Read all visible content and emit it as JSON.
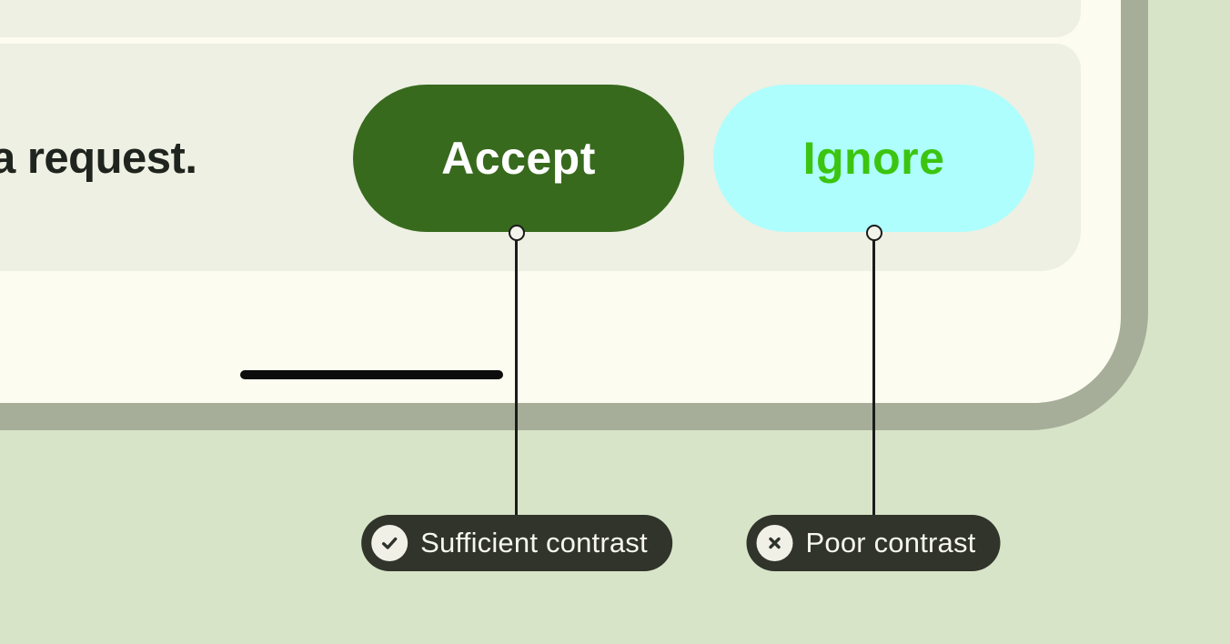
{
  "illustration": {
    "description_data": {
      "message_text": "a request.",
      "home_indicator": true
    },
    "buttons": [
      {
        "label": "Accept",
        "background": "#386a1e",
        "text_color": "#ffffff",
        "contrast": "sufficient"
      },
      {
        "label": "Ignore",
        "background": "#aefefe",
        "text_color": "#3bc510",
        "contrast": "poor"
      }
    ],
    "callouts": [
      {
        "label": "Sufficient contrast",
        "icon": "check-circle-icon"
      },
      {
        "label": "Poor contrast",
        "icon": "x-circle-icon"
      }
    ],
    "colors": {
      "page_background": "#d8e4c8",
      "device_frame": "#a6ae99",
      "device_screen": "#fdfcf0",
      "card_background": "#edf0e3",
      "message_text": "#20241e",
      "callout_background": "#30342b",
      "callout_text": "#f7f6ee",
      "callout_icon_circle": "#f1f0e7",
      "annotation_line": "#1b1b1b",
      "home_indicator": "#0d0d0d"
    }
  }
}
